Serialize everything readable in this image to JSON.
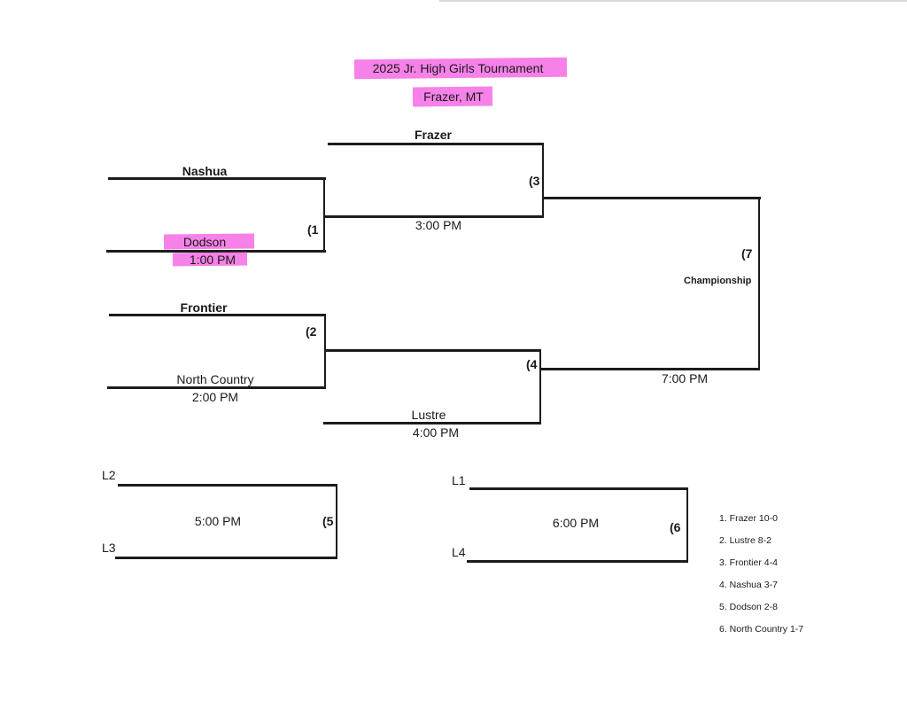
{
  "header": {
    "title": "2025 Jr. High Girls Tournament",
    "location": "Frazer, MT"
  },
  "colors": {
    "highlighter": "#f46be4",
    "line": "#1c1c1c"
  },
  "bracket": {
    "game1": {
      "number": "(1",
      "team_top": "Nashua",
      "team_bottom": "Dodson",
      "time": "1:00 PM"
    },
    "game2": {
      "number": "(2",
      "team_top": "Frontier",
      "team_bottom": "North Country",
      "time": "2:00 PM"
    },
    "game3": {
      "number": "(3",
      "team_top": "Frazer",
      "time": "3:00 PM"
    },
    "game4": {
      "number": "(4",
      "team_bottom": "Lustre",
      "time": "4:00 PM"
    },
    "game7": {
      "number": "(7",
      "label": "Championship",
      "time": "7:00 PM"
    },
    "game5": {
      "number": "(5",
      "slot_top": "L2",
      "slot_bottom": "L3",
      "time": "5:00 PM"
    },
    "game6": {
      "number": "(6",
      "slot_top": "L1",
      "slot_bottom": "L4",
      "time": "6:00 PM"
    }
  },
  "standings": [
    "1. Frazer 10-0",
    "2. Lustre 8-2",
    "3. Frontier 4-4",
    "4. Nashua 3-7",
    "5. Dodson 2-8",
    "6. North Country 1-7"
  ]
}
